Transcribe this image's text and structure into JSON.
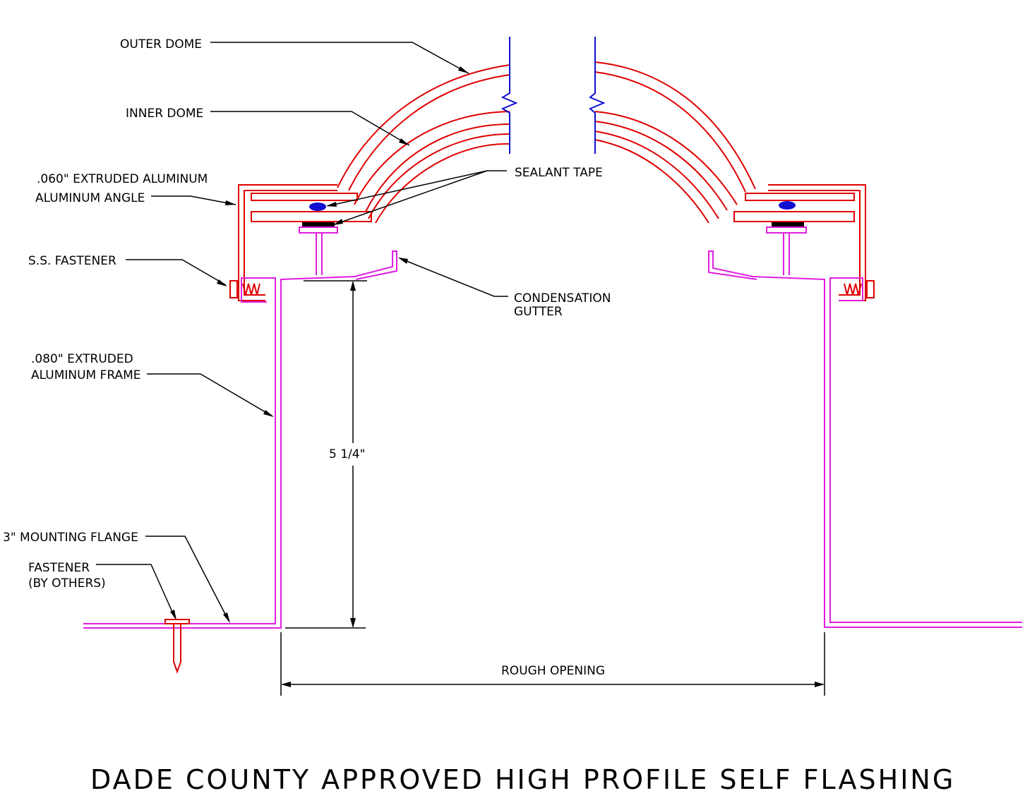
{
  "labels": {
    "outer_dome": "OUTER DOME",
    "inner_dome": "INNER DOME",
    "extruded_aluminum_line1": ".060\" EXTRUDED ALUMINUM",
    "extruded_aluminum_line2": "ALUMINUM ANGLE",
    "sealant_tape": "SEALANT TAPE",
    "ss_fastener": "S.S. FASTENER",
    "condensation_line1": "CONDENSATION",
    "condensation_line2": "GUTTER",
    "frame_line1": ".080\" EXTRUDED",
    "frame_line2": "ALUMINUM FRAME",
    "height_dim": "5 1/4\"",
    "mounting_flange": "3\" MOUNTING FLANGE",
    "fastener_line1": "FASTENER",
    "fastener_line2": "(BY OTHERS)",
    "rough_opening": "ROUGH OPENING"
  },
  "title": "DADE COUNTY APPROVED HIGH PROFILE SELF FLASHING",
  "colors": {
    "dome": "#e00000",
    "frame": "#e01ee0",
    "break_line": "#1010d0",
    "sealant": "#1010d0",
    "leader": "#000000"
  }
}
